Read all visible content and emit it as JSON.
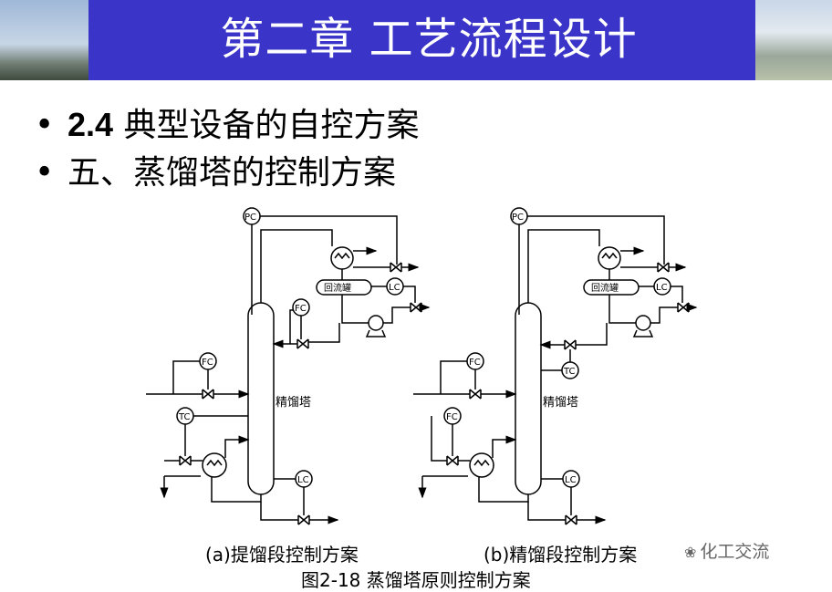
{
  "header": {
    "title": "第二章 工艺流程设计"
  },
  "bullets": [
    {
      "num": "2.4",
      "text": "典型设备的自控方案"
    },
    {
      "text": "五、蒸馏塔的控制方案"
    }
  ],
  "diagram": {
    "tower_label": "精馏塔",
    "drum_label": "回流罐",
    "instruments": {
      "pc": "PC",
      "fc": "FC",
      "tc": "TC",
      "lc": "LC"
    },
    "caption_a": "(a)提馏段控制方案",
    "caption_b": "(b)精馏段控制方案",
    "figure_caption": "图2-18  蒸馏塔原则控制方案"
  },
  "watermark": "化工交流",
  "colors": {
    "header_bg": "#3a35c8",
    "title": "#ffffff"
  }
}
